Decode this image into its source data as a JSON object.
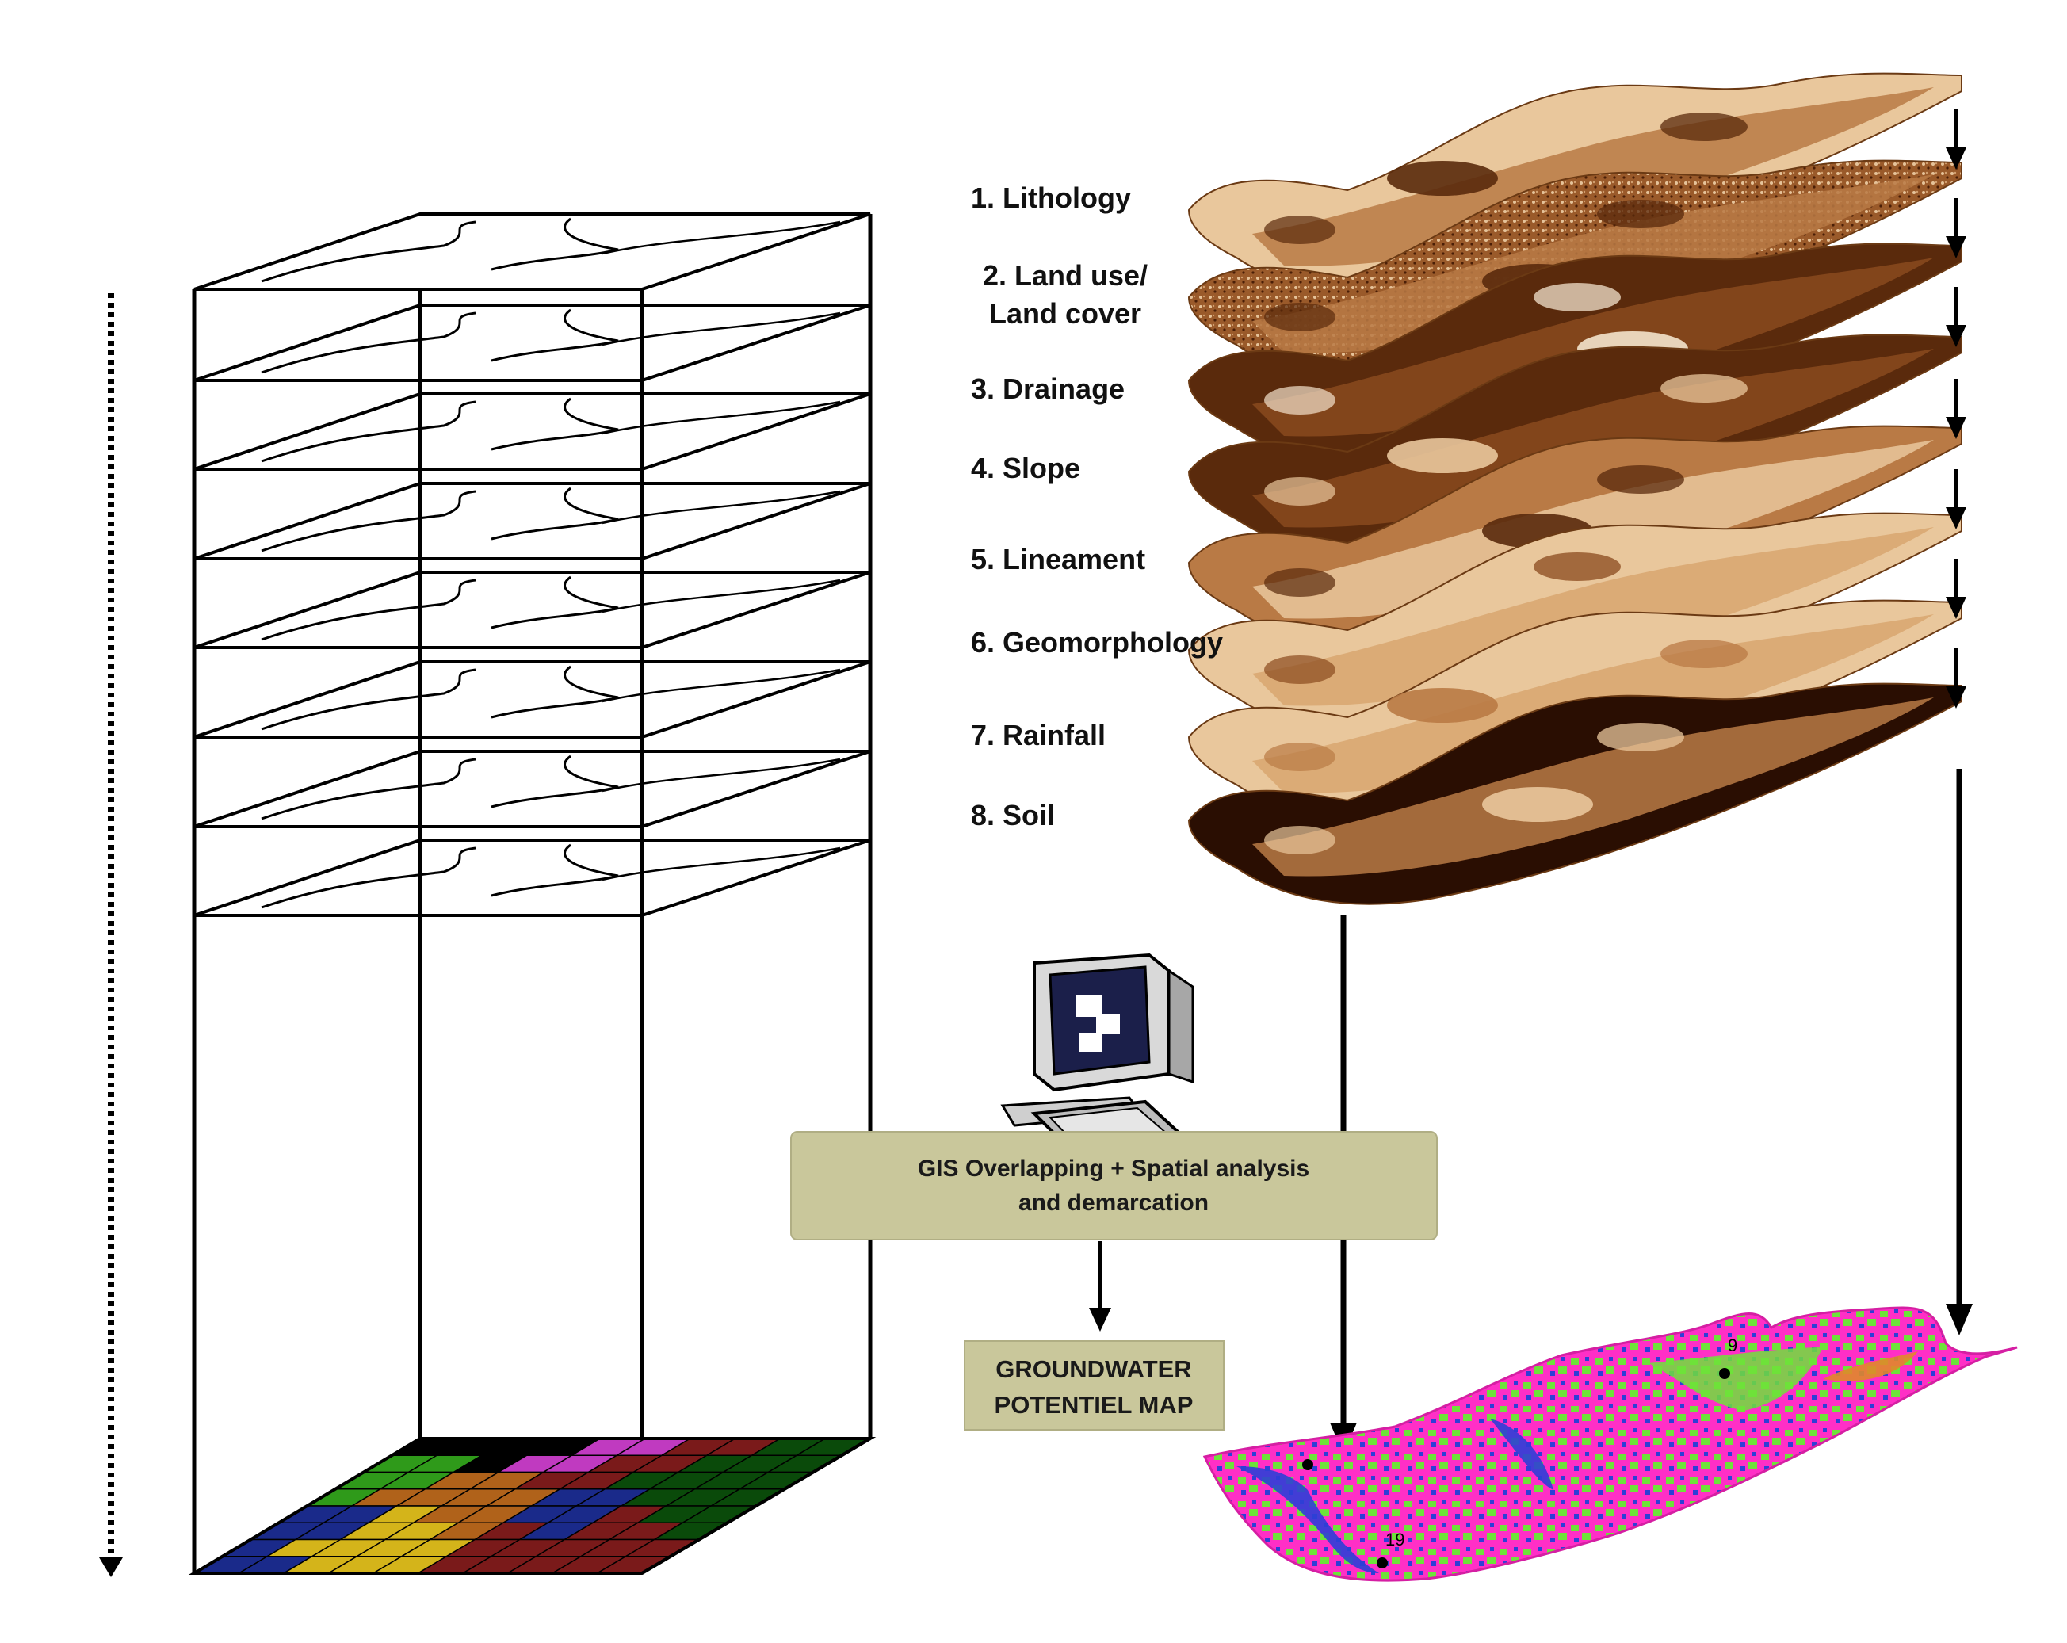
{
  "layers": [
    {
      "label": "1. Lithology"
    },
    {
      "label": "2. Land use/",
      "label2": "Land cover"
    },
    {
      "label": "3. Drainage"
    },
    {
      "label": "4. Slope"
    },
    {
      "label": "5. Lineament"
    },
    {
      "label": "6. Geomorphology"
    },
    {
      "label": "7. Rainfall"
    },
    {
      "label": "8. Soil"
    }
  ],
  "process": {
    "line1": "GIS Overlapping + Spatial analysis",
    "line2": "and demarcation"
  },
  "output": {
    "line1": "GROUNDWATER",
    "line2": "POTENTIEL MAP"
  },
  "map_markers": [
    "9",
    "19"
  ],
  "colors": {
    "box_fill": "#c9c79b",
    "layer_light": "#e9c79c",
    "layer_mid": "#b97a45",
    "layer_dark": "#5a2a0c",
    "map_magenta": "#ff2fc6",
    "map_green": "#6ee23a",
    "map_blue": "#2e3fd6",
    "map_orange": "#e0882a"
  }
}
